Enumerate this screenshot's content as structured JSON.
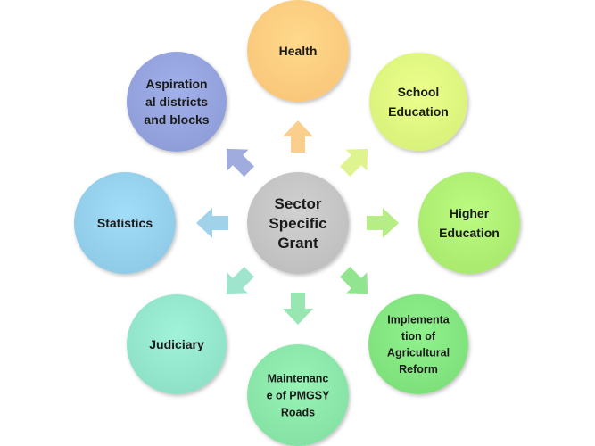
{
  "center": {
    "lines": [
      "Sector",
      "Specific",
      "Grant"
    ],
    "color": "#bfbfbf"
  },
  "nodes": [
    {
      "id": "health",
      "lines": [
        "Health"
      ],
      "color": "#f9c77a",
      "arrow_color": "#f9c77a"
    },
    {
      "id": "school-education",
      "lines": [
        "School",
        "Education"
      ],
      "color": "#d9f27a",
      "arrow_color": "#d9f27a"
    },
    {
      "id": "higher-education",
      "lines": [
        "Higher",
        "Education"
      ],
      "color": "#a9ea6e",
      "arrow_color": "#a9ea6e"
    },
    {
      "id": "agricultural-reform",
      "lines": [
        "Implementa",
        "tion of",
        "Agricultural",
        "Reform"
      ],
      "color": "#7ee07a",
      "arrow_color": "#7ee07a"
    },
    {
      "id": "pmgsy-roads",
      "lines": [
        "Maintenanc",
        "e of PMGSY",
        "Roads"
      ],
      "color": "#86e2a4",
      "arrow_color": "#86e2a4"
    },
    {
      "id": "judiciary",
      "lines": [
        "Judiciary"
      ],
      "color": "#8ee0c6",
      "arrow_color": "#8ee0c6"
    },
    {
      "id": "statistics",
      "lines": [
        "Statistics"
      ],
      "color": "#8fcbe6",
      "arrow_color": "#8fcbe6"
    },
    {
      "id": "aspirational-districts",
      "lines": [
        "Aspiration",
        "al districts",
        "and blocks"
      ],
      "color": "#8f9ed8",
      "arrow_color": "#8f9ed8"
    }
  ]
}
